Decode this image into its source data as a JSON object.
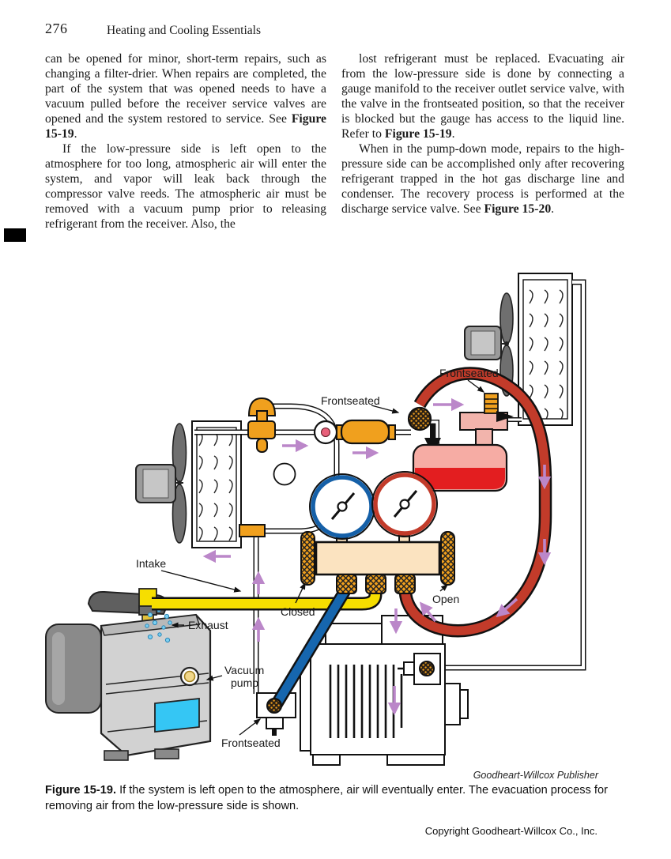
{
  "page": {
    "number": "276",
    "book_title": "Heating and Cooling Essentials"
  },
  "article": {
    "left_column": {
      "p1": [
        {
          "text": "can be opened for minor, short-term repairs, such as changing a filter-drier. When repairs are completed, the part of the system that was opened needs to have a vacuum pulled before the receiver service valves are opened and the system restored to service. See "
        },
        {
          "text": "Figure 15-19",
          "bold": true
        },
        {
          "text": "."
        }
      ],
      "p2": [
        {
          "text": "If the low-pressure side is left open to the atmosphere for too long, atmospheric air will enter the system, and vapor will leak back through the compressor valve reeds. The atmospheric air must be removed with a vacuum pump prior to releasing refrigerant from the receiver. Also, the"
        }
      ]
    },
    "right_column": {
      "p1": [
        {
          "text": "lost refrigerant must be replaced. Evacuating air from the low-pressure side is done by connecting a gauge manifold to the receiver outlet service valve, with the valve in the frontseated position, so that the receiver is blocked but the gauge has access to the liquid line. Refer to "
        },
        {
          "text": "Figure 15-19",
          "bold": true
        },
        {
          "text": "."
        }
      ],
      "p2": [
        {
          "text": "When in the pump-down mode, repairs to the high-pressure side can be accomplished only after recovering refrigerant trapped in the hot gas discharge line and condenser. The recovery process is performed at the discharge service valve. See "
        },
        {
          "text": "Figure 15-20",
          "bold": true
        },
        {
          "text": "."
        }
      ]
    }
  },
  "figure": {
    "labels": {
      "frontseated_top": "Frontseated",
      "frontseated_mid": "Frontseated",
      "frontseated_bottom": "Frontseated",
      "intake": "Intake",
      "exhaust": "Exhaust",
      "vacuum_pump_line1": "Vacuum",
      "vacuum_pump_line2": "pump",
      "closed": "Closed",
      "open": "Open"
    },
    "credit": "Goodheart-Willcox Publisher",
    "caption": [
      {
        "text": "Figure 15-19.",
        "bold": true
      },
      {
        "text": " If the system is left open to the atmosphere, air will eventually enter. The evacuation process for removing air from the low-pressure side is shown."
      }
    ],
    "colors": {
      "hose_yellow": "#F6DE00",
      "hose_blue": "#1666AE",
      "hose_red": "#C23B2A",
      "component_orange": "#F0A01E",
      "receiver_pink": "#F6ACA4",
      "refrigerant_red": "#E31E20",
      "manifold_cream": "#FBE3C0",
      "flow_arrow_purple": "#BB87C9",
      "gauge_blue_ring": "#1560A8",
      "gauge_red_ring": "#C23B2A",
      "exhaust_droplet": "#7CD0F0"
    }
  },
  "footer": {
    "copyright": "Copyright Goodheart-Willcox Co., Inc."
  }
}
